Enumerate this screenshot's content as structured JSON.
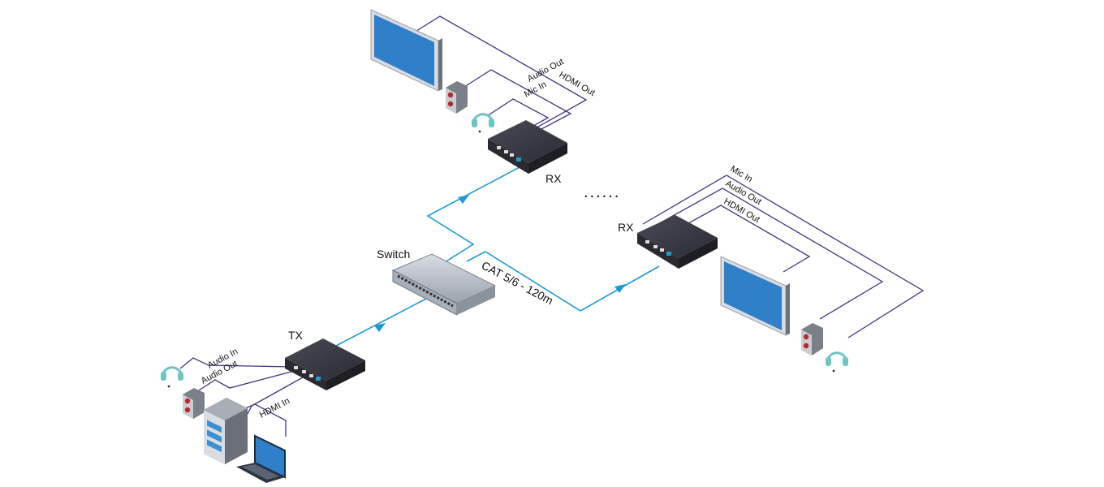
{
  "labels": {
    "tx": "TX",
    "rx_top": "RX",
    "rx_right": "RX",
    "switch": "Switch",
    "cable": "CAT 5/6 - 120m",
    "dots": "......"
  },
  "tx_ports": {
    "audio_in": "Audio In",
    "audio_out": "Audio Out",
    "hdmi_in": "HDMI In"
  },
  "rx_top_ports": {
    "hdmi_out": "HDMI Out",
    "audio_out": "Audio Out",
    "mic_in": "Mic In"
  },
  "rx_right_ports": {
    "mic_in": "Mic In",
    "audio_out": "Audio Out",
    "hdmi_out": "HDMI Out"
  },
  "colors": {
    "network_line": "#1a9ad6",
    "signal_line": "#3d3680",
    "device_body": "#3b3b45",
    "screen": "#2f7fc9"
  }
}
